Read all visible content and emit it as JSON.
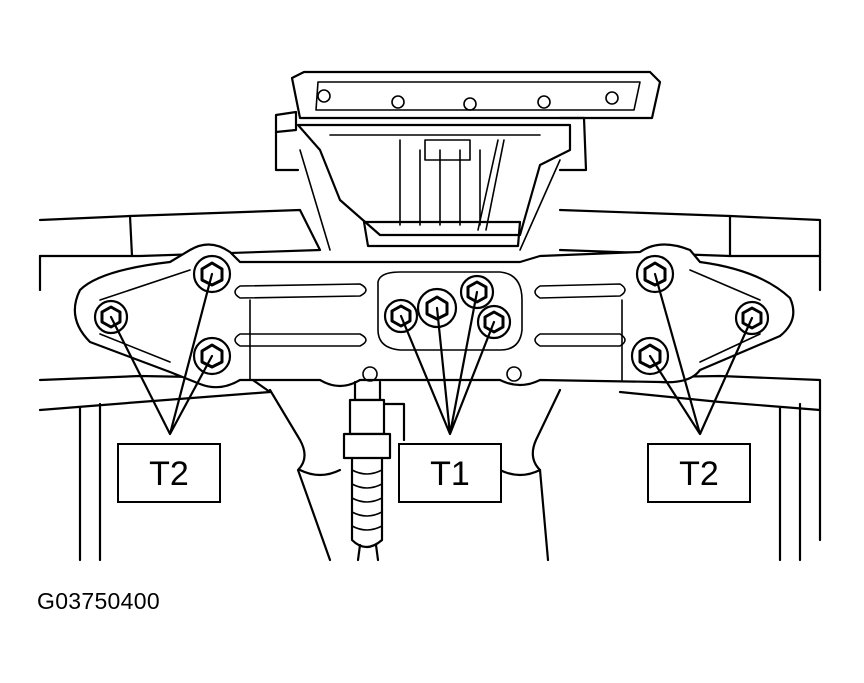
{
  "callouts": {
    "left": "T2",
    "center": "T1",
    "right": "T2"
  },
  "figure_code": "G03750400"
}
